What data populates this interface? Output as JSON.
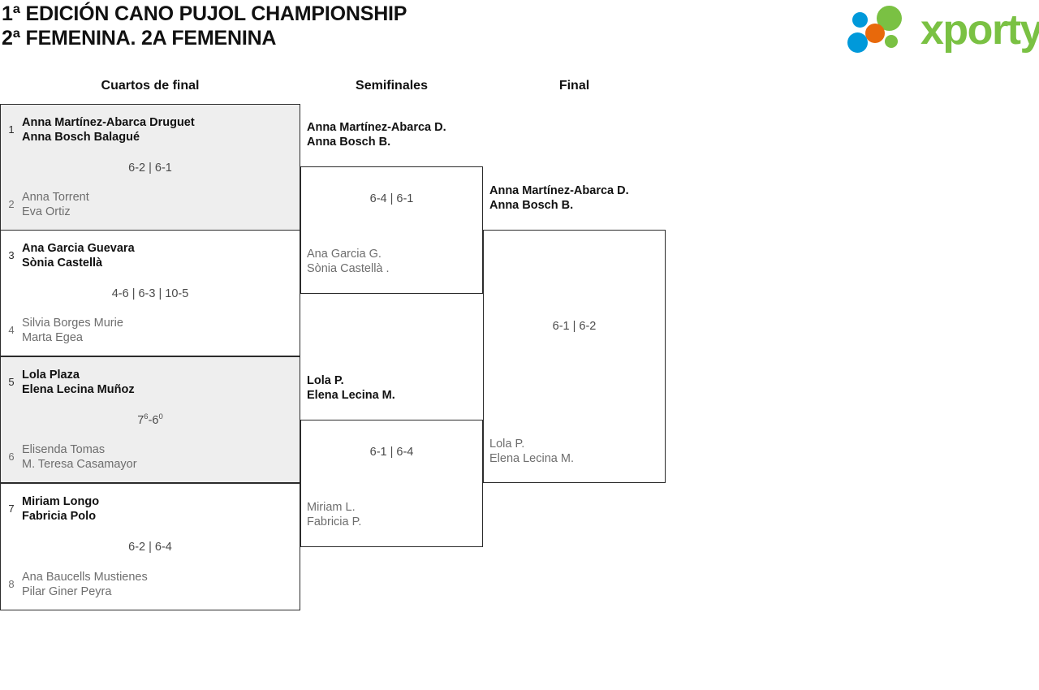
{
  "header": {
    "title_line_1": "1ª EDICIÓN CANO PUJOL CHAMPIONSHIP",
    "title_line_2": "2ª FEMENINA. 2A FEMENINA",
    "logo_text": "xporty",
    "colors": {
      "green": "#7ac143",
      "blue": "#0099da",
      "orange": "#e8690b"
    }
  },
  "rounds": [
    {
      "id": "qf",
      "label": "Cuartos de final"
    },
    {
      "id": "sf",
      "label": "Semifinales"
    },
    {
      "id": "final",
      "label": "Final"
    }
  ],
  "quarterfinals": [
    {
      "shaded": true,
      "score": "6-2 | 6-1",
      "top": {
        "seed": "1",
        "player1": "Anna Martínez-Abarca Druguet",
        "player2": "Anna Bosch Balagué",
        "result": "winner"
      },
      "bottom": {
        "seed": "2",
        "player1": "Anna Torrent",
        "player2": "Eva Ortiz",
        "result": "loser"
      }
    },
    {
      "shaded": false,
      "score": "4-6 | 6-3 | 10-5",
      "top": {
        "seed": "3",
        "player1": "Ana Garcia Guevara",
        "player2": "Sònia Castellà",
        "result": "winner"
      },
      "bottom": {
        "seed": "4",
        "player1": "Silvia Borges Murie",
        "player2": "Marta Egea",
        "result": "loser"
      }
    },
    {
      "shaded": true,
      "score_base_1": "7",
      "score_sup_1": "6",
      "score_mid": "-6",
      "score_sup_2": "0",
      "score": "7⁶-6⁰",
      "top": {
        "seed": "5",
        "player1": "Lola Plaza",
        "player2": "Elena Lecina Muñoz",
        "result": "winner"
      },
      "bottom": {
        "seed": "6",
        "player1": "Elisenda Tomas",
        "player2": "M. Teresa Casamayor",
        "result": "loser"
      }
    },
    {
      "shaded": false,
      "score": "6-2 | 6-4",
      "top": {
        "seed": "7",
        "player1": "Miriam Longo",
        "player2": "Fabricia Polo",
        "result": "winner"
      },
      "bottom": {
        "seed": "8",
        "player1": "Ana Baucells Mustienes",
        "player2": "Pilar Giner Peyra",
        "result": "loser"
      }
    }
  ],
  "semifinals": [
    {
      "score": "6-4 | 6-1",
      "top": {
        "player1": "Anna Martínez-Abarca D.",
        "player2": "Anna Bosch B.",
        "result": "winner"
      },
      "bottom": {
        "player1": "Ana Garcia G.",
        "player2": "Sònia Castellà .",
        "result": "loser"
      }
    },
    {
      "score": "6-1 | 6-4",
      "top": {
        "player1": "Lola P.",
        "player2": "Elena Lecina M.",
        "result": "winner"
      },
      "bottom": {
        "player1": "Miriam L.",
        "player2": "Fabricia P.",
        "result": "loser"
      }
    }
  ],
  "final": {
    "score": "6-1 | 6-2",
    "top": {
      "player1": "Anna Martínez-Abarca D.",
      "player2": "Anna Bosch B.",
      "result": "winner"
    },
    "bottom": {
      "player1": "Lola P.",
      "player2": "Elena Lecina M.",
      "result": "loser"
    }
  }
}
